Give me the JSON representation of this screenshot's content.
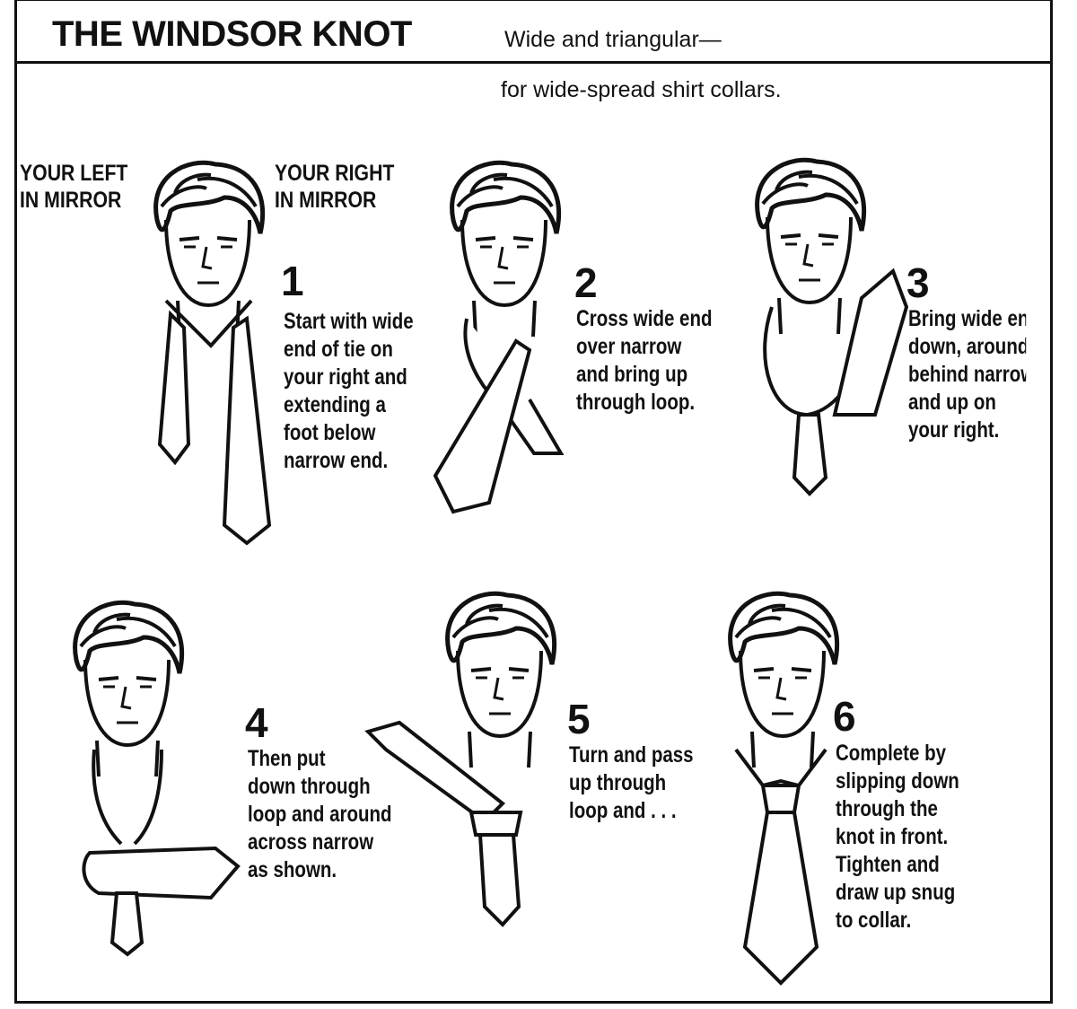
{
  "header": {
    "title": "THE WINDSOR KNOT",
    "subtitle_line1": "Wide and triangular—",
    "subtitle_line2": "for wide-spread shirt collars."
  },
  "labels": {
    "left": [
      "YOUR LEFT",
      "IN MIRROR"
    ],
    "right": [
      "YOUR RIGHT",
      "IN MIRROR"
    ]
  },
  "steps": [
    {
      "number": "1",
      "lines": [
        "Start with wide",
        "end of tie on",
        "your right and",
        "extending a",
        "foot below",
        "narrow end."
      ]
    },
    {
      "number": "2",
      "lines": [
        "Cross wide end",
        "over narrow",
        "and bring up",
        "through loop."
      ]
    },
    {
      "number": "3",
      "lines": [
        "Bring wide end",
        "down, around",
        "behind narrow",
        "and up on",
        "your right."
      ]
    },
    {
      "number": "4",
      "lines": [
        "Then put",
        "down through",
        "loop and around",
        "across narrow",
        "as shown."
      ]
    },
    {
      "number": "5",
      "lines": [
        "Turn and pass",
        "up through",
        "loop and . . ."
      ]
    },
    {
      "number": "6",
      "lines": [
        "Complete by",
        "slipping down",
        "through the",
        "knot in front.",
        "Tighten and",
        "draw up snug",
        "to collar."
      ]
    }
  ]
}
